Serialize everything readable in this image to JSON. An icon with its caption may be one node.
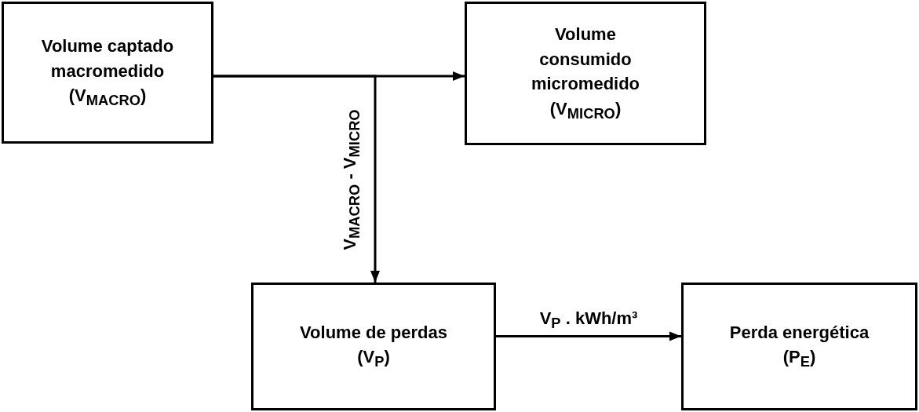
{
  "diagram": {
    "nodes": [
      {
        "text": [
          "Volume captado macromedido (V$_{MACRO}$)"
        ]
      },
      {
        "text": [
          "Volume consumido micromedido (V$_{MICRO}$)"
        ]
      },
      {
        "text": [
          "Volume de perdas (V$_{P}$)"
        ]
      },
      {
        "text": [
          "Perda energética (P$_{E}$)"
        ]
      }
    ],
    "edges": [
      {
        "from": 0,
        "to": 1,
        "arrow": "to"
      },
      {
        "from": 0,
        "to": 2,
        "arrow": "to",
        "label": "V$_{MACRO}$ - V$_{MICRO}$"
      },
      {
        "from": 2,
        "to": 3,
        "arrow": "to",
        "label": "V$_{P}$ . kWh/m³"
      }
    ]
  }
}
